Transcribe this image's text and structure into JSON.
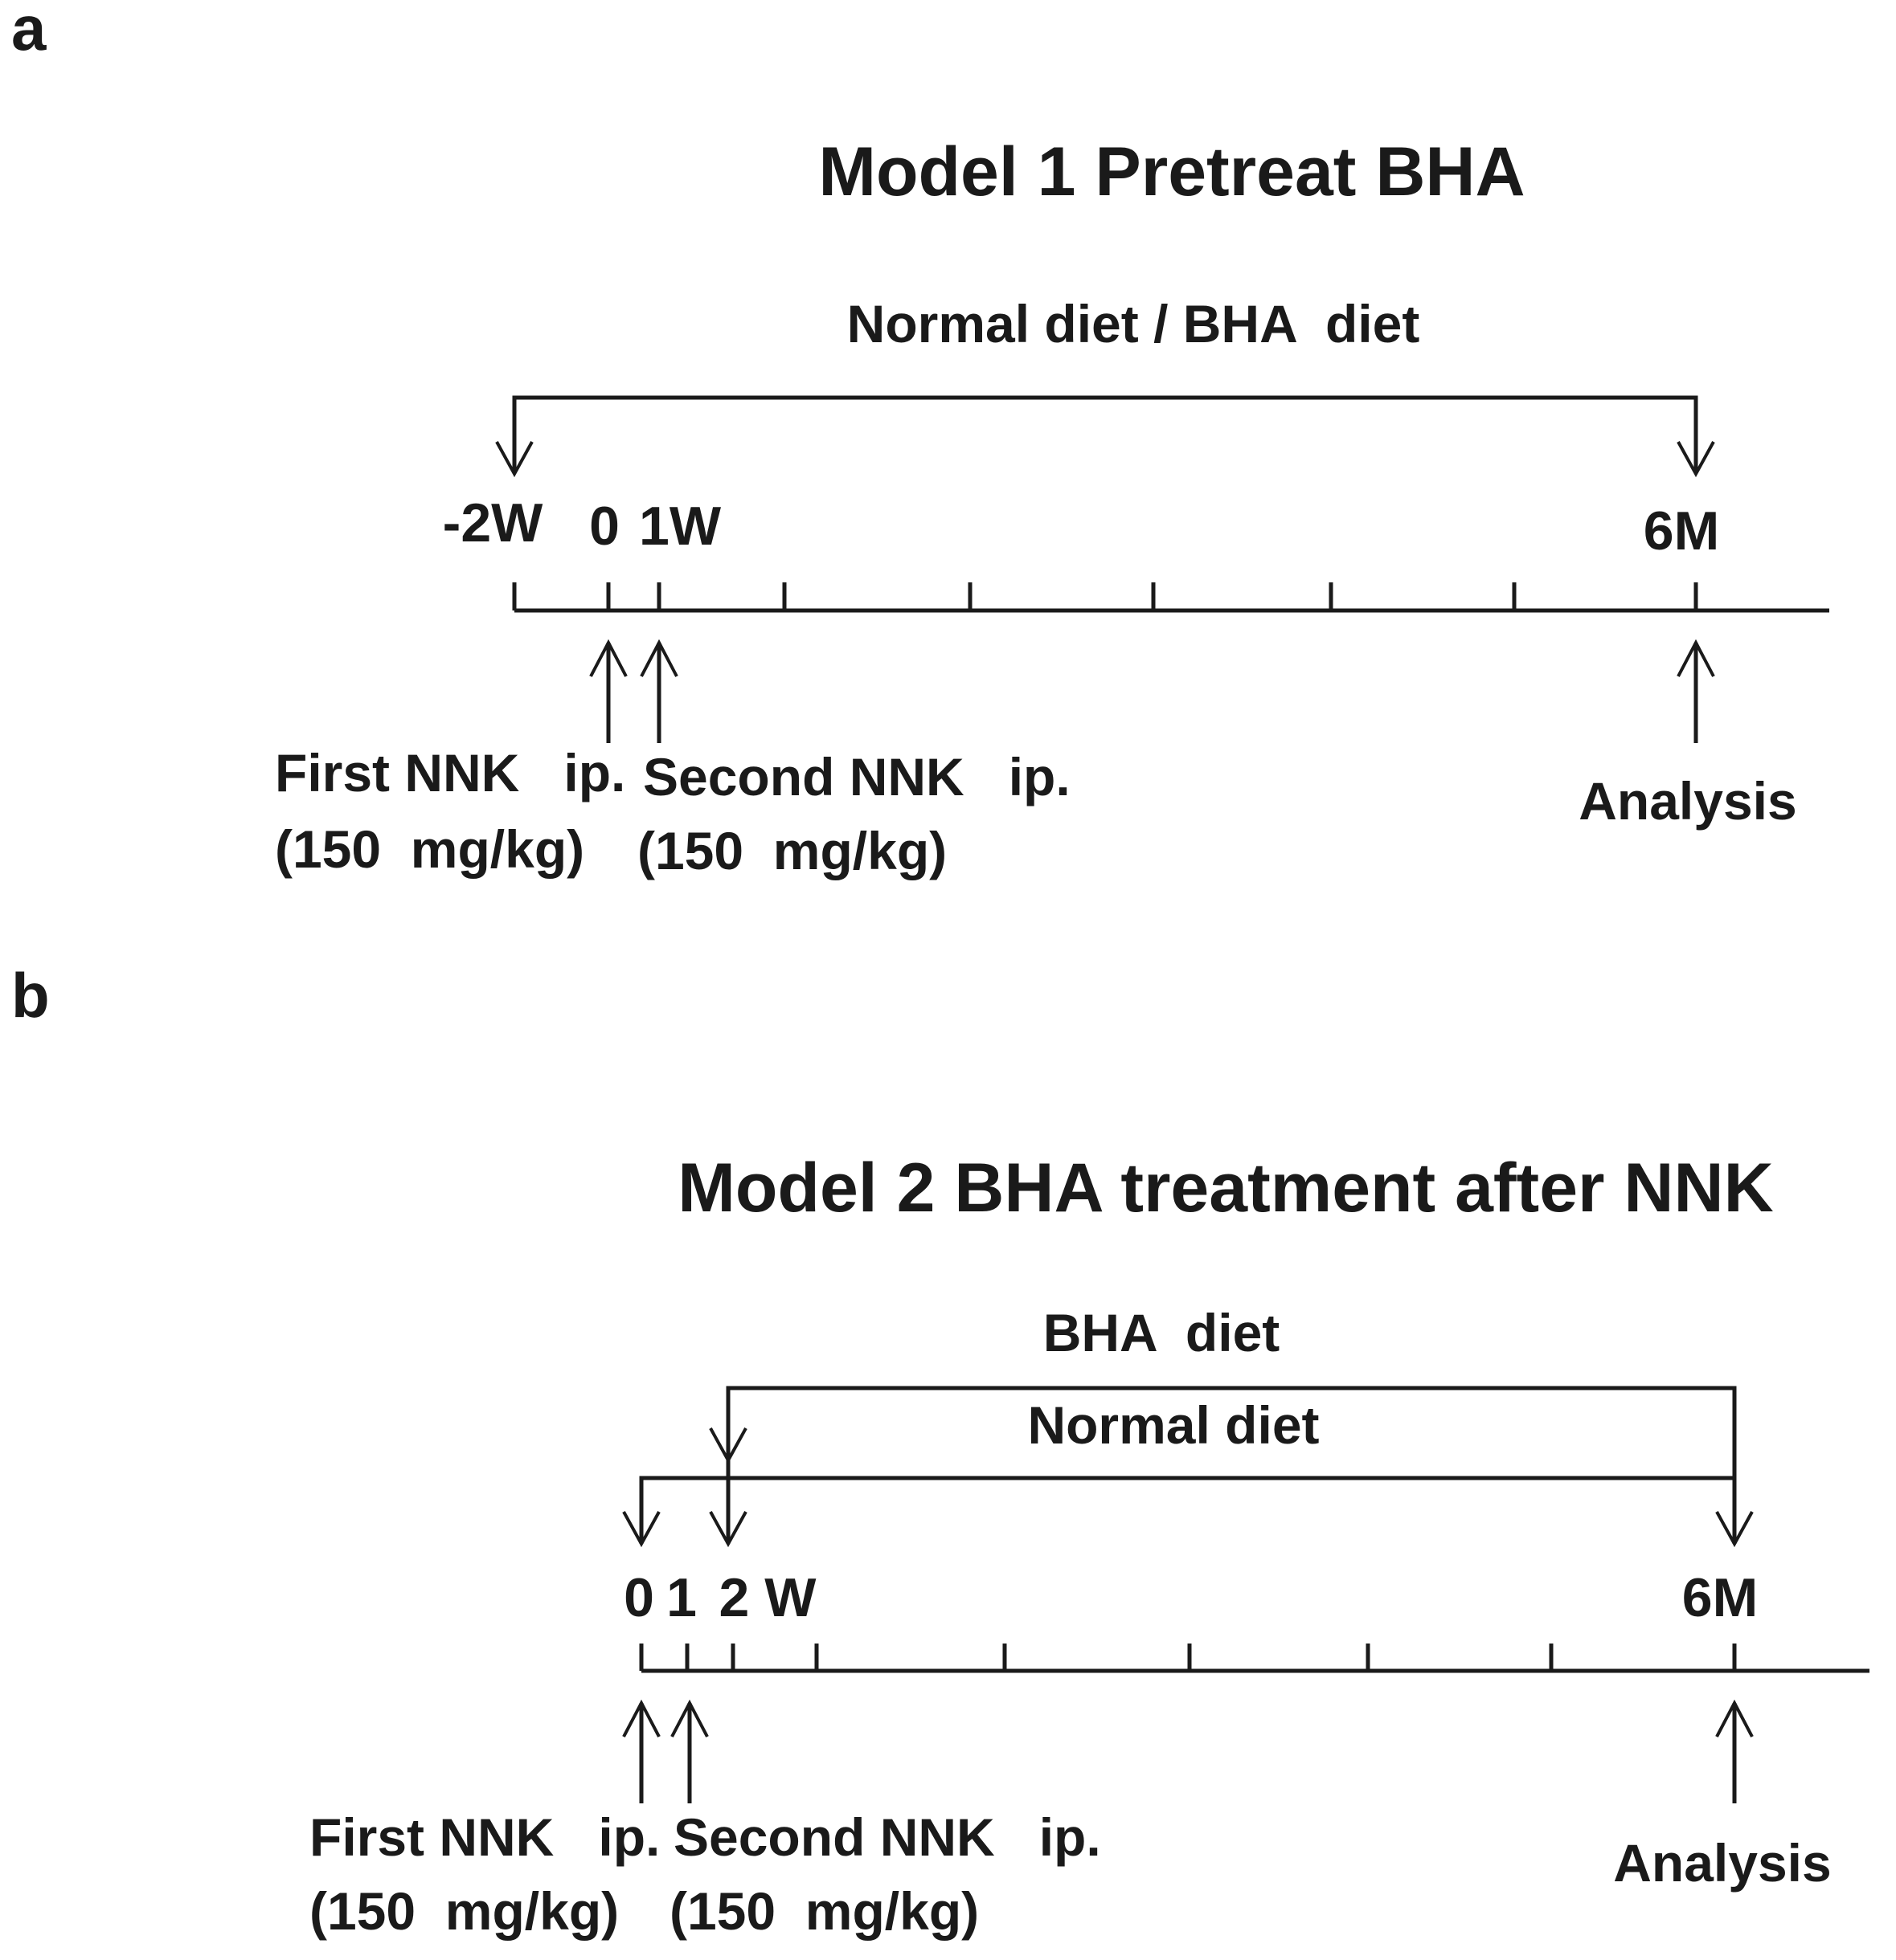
{
  "panel_a": {
    "letter": "a",
    "title": "Model 1 Pretreat BHA",
    "diet_label": "Normal diet / BHA  diet",
    "ticks": {
      "t_minus2w": "-2W",
      "t0": "0",
      "t1w": "1W",
      "t6m": "6M"
    },
    "first_injection": {
      "line1": "First NNK   ip.",
      "line2": "(150  mg/kg)"
    },
    "second_injection": {
      "line1": "Second NNK   ip.",
      "line2": "(150  mg/kg)"
    },
    "analysis": "Analysis"
  },
  "panel_b": {
    "letter": "b",
    "title": "Model 2 BHA treatment after NNK",
    "bha_diet_label": "BHA  diet",
    "normal_diet_label": "Normal diet",
    "ticks": {
      "t0": "0",
      "t1": "1",
      "t2w": "2 W",
      "t6m": "6M"
    },
    "first_injection": {
      "line1": "First NNK   ip.",
      "line2": "(150  mg/kg)"
    },
    "second_injection": {
      "line1": "Second NNK   ip.",
      "line2": "(150  mg/kg)"
    },
    "analysis": "Analysis"
  }
}
